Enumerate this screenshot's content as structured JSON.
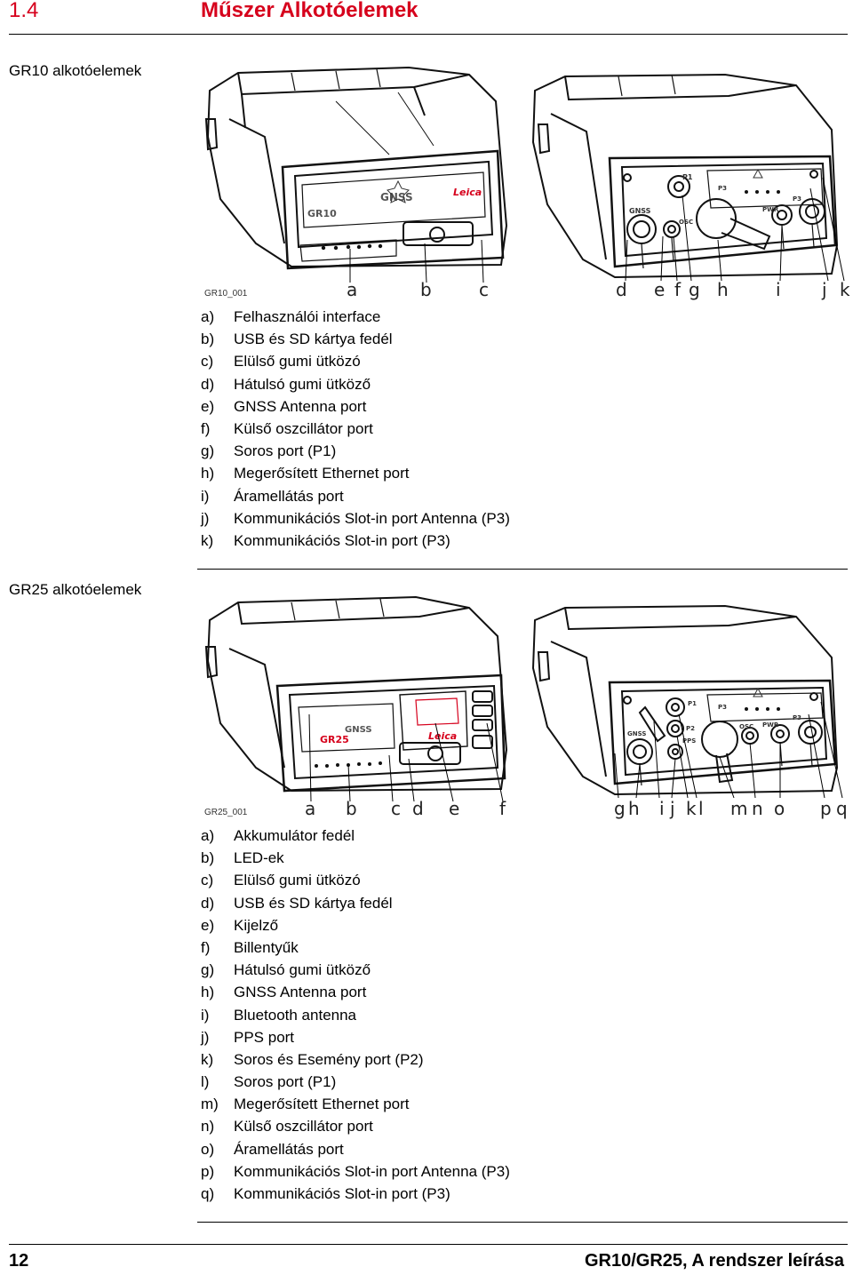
{
  "header": {
    "chapter_number": "1.4",
    "chapter_title": "Műszer Alkotóelemek"
  },
  "gr10": {
    "section_title": "GR10 alkotóelemek",
    "figure_id": "GR10_001",
    "front_device_label": "GR10",
    "front_gnss_label": "GNSS",
    "brand": "Leica",
    "rear_labels": {
      "gnss": "GNSS",
      "p1": "P1",
      "osc": "OSC",
      "pwr": "PWR",
      "p3a": "P3",
      "p3b": "P3"
    },
    "callouts": [
      "a",
      "b",
      "c",
      "d",
      "e",
      "f",
      "g",
      "h",
      "i",
      "j",
      "k"
    ],
    "items": [
      {
        "key": "a)",
        "text": "Felhasználói interface"
      },
      {
        "key": "b)",
        "text": "USB és SD kártya fedél"
      },
      {
        "key": "c)",
        "text": "Elülső gumi ütközó"
      },
      {
        "key": "d)",
        "text": "Hátulsó gumi ütköző"
      },
      {
        "key": "e)",
        "text": "GNSS Antenna port"
      },
      {
        "key": "f)",
        "text": "Külső oszcillátor port"
      },
      {
        "key": "g)",
        "text": "Soros port (P1)"
      },
      {
        "key": "h)",
        "text": "Megerősített Ethernet port"
      },
      {
        "key": "i)",
        "text": "Áramellátás port"
      },
      {
        "key": "j)",
        "text": "Kommunikációs Slot-in port Antenna (P3)"
      },
      {
        "key": "k)",
        "text": "Kommunikációs Slot-in port (P3)"
      }
    ]
  },
  "gr25": {
    "section_title": "GR25 alkotóelemek",
    "figure_id": "GR25_001",
    "front_device_label": "GR25",
    "front_gnss_label": "GNSS",
    "brand": "Leica",
    "rear_labels": {
      "gnss": "GNSS",
      "p1": "P1",
      "p2": "P2",
      "pps": "PPS",
      "osc": "OSC",
      "pwr": "PWR",
      "p3a": "P3",
      "p3b": "P3"
    },
    "callouts": [
      "a",
      "b",
      "c",
      "d",
      "e",
      "f",
      "g",
      "h",
      "i",
      "j",
      "k",
      "l",
      "m",
      "n",
      "o",
      "p",
      "q"
    ],
    "items": [
      {
        "key": "a)",
        "text": "Akkumulátor fedél"
      },
      {
        "key": "b)",
        "text": "LED-ek"
      },
      {
        "key": "c)",
        "text": "Elülső gumi ütközó"
      },
      {
        "key": "d)",
        "text": "USB és SD kártya fedél"
      },
      {
        "key": "e)",
        "text": "Kijelző"
      },
      {
        "key": "f)",
        "text": "Billentyűk"
      },
      {
        "key": "g)",
        "text": "Hátulsó gumi ütköző"
      },
      {
        "key": "h)",
        "text": "GNSS Antenna port"
      },
      {
        "key": "i)",
        "text": "Bluetooth antenna"
      },
      {
        "key": "j)",
        "text": "PPS port"
      },
      {
        "key": "k)",
        "text": "Soros és Esemény port (P2)"
      },
      {
        "key": "l)",
        "text": "Soros port (P1)"
      },
      {
        "key": "m)",
        "text": "Megerősített Ethernet port"
      },
      {
        "key": "n)",
        "text": "Külső oszcillátor port"
      },
      {
        "key": "o)",
        "text": "Áramellátás port"
      },
      {
        "key": "p)",
        "text": "Kommunikációs Slot-in port Antenna (P3)"
      },
      {
        "key": "q)",
        "text": "Kommunikációs Slot-in port (P3)"
      }
    ]
  },
  "footer": {
    "page_number": "12",
    "document_title": "GR10/GR25, A rendszer leírása"
  }
}
